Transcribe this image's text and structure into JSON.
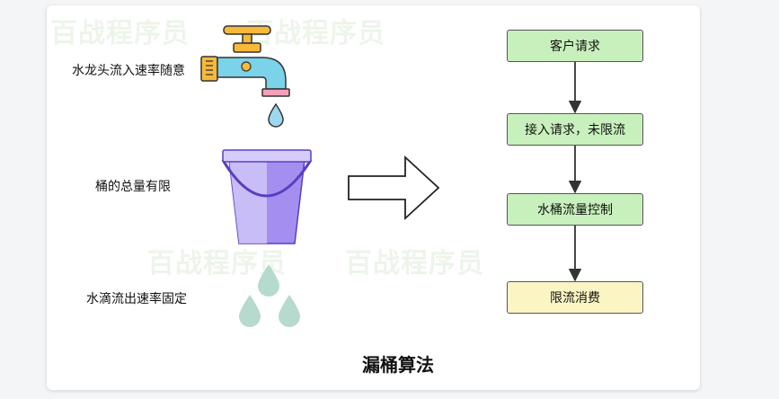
{
  "watermark": "百战程序员",
  "labels": {
    "faucet": "水龙头流入速率随意",
    "bucket": "桶的总量有限",
    "drip": "水滴流出速率固定"
  },
  "flow": {
    "title": "漏桶算法",
    "steps": [
      {
        "label": "客户请求",
        "color": "#c8f0bc"
      },
      {
        "label": "接入请求，未限流",
        "color": "#c8f0bc"
      },
      {
        "label": "水桶流量控制",
        "color": "#c8f0bc"
      },
      {
        "label": "限流消费",
        "color": "#fbf5c3"
      }
    ]
  },
  "colors": {
    "bucket": "#a48ef0",
    "bucket_light": "#d6ccfa",
    "faucet_handle": "#f6b93b",
    "faucet_body": "#7ad3e8",
    "drop": "#9ed8f0",
    "drip": "#a9d4c4"
  }
}
